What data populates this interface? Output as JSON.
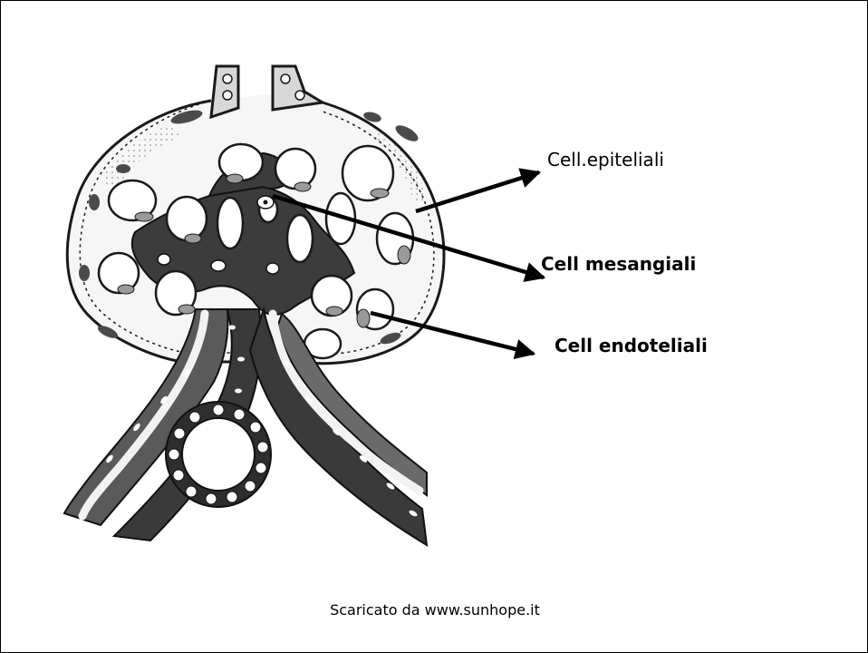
{
  "labels": {
    "epiteliali": "Cell.epiteliali",
    "mesangiali": "Cell mesangiali",
    "endoteliali": "Cell endoteliali"
  },
  "footer": "Scaricato da www.sunhope.it",
  "colors": {
    "ink": "#1a1a1a",
    "dark_tissue": "#3c3c3c",
    "mid_tissue": "#8a8a8a",
    "light_tissue": "#d8d8d8",
    "background": "#ffffff"
  }
}
